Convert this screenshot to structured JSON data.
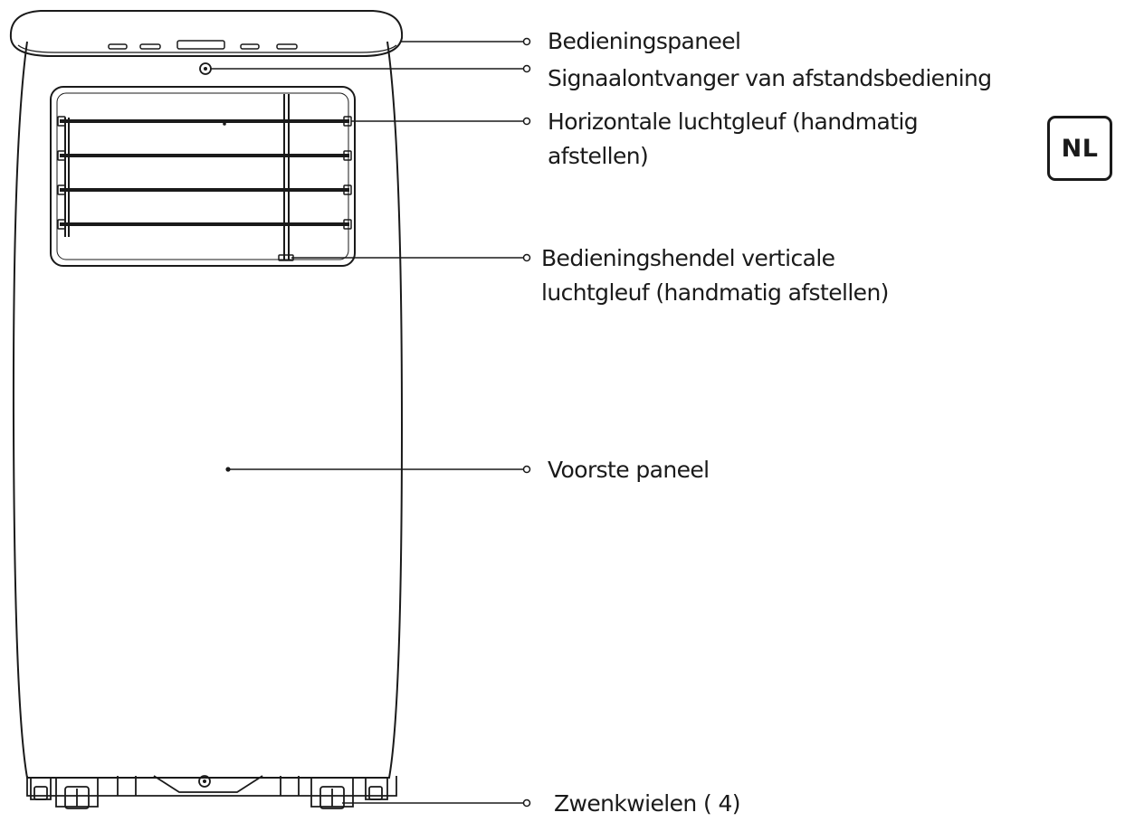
{
  "labels": {
    "control_panel": "Bedieningspaneel",
    "remote_receiver": "Signaalontvanger van afstandsbediening",
    "horizontal_louver_line1": "Horizontale luchtgleuf (handmatig",
    "horizontal_louver_line2": "afstellen)",
    "vertical_lever_line1": "Bedieningshendel verticale",
    "vertical_lever_line2": "luchtgleuf (handmatig afstellen)",
    "front_panel": "Voorste paneel",
    "casters": "Zwenkwielen ( 4)"
  },
  "language_badge": "NL",
  "colors": {
    "line": "#1a1a1a",
    "background": "#ffffff"
  }
}
